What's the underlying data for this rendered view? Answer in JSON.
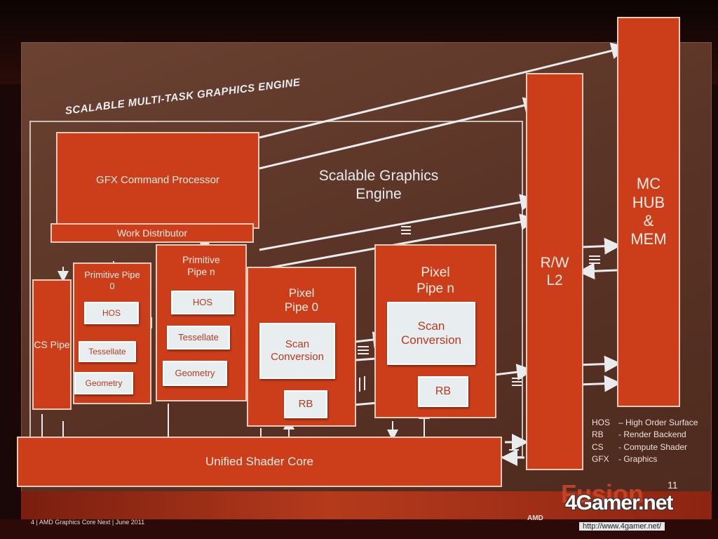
{
  "title": "SCALABLE MULTI-TASK GRAPHICS ENGINE",
  "scalable_engine_label": "Scalable Graphics Engine",
  "blocks": {
    "gfx_cp": "GFX Command Processor",
    "work_distributor": "Work Distributor",
    "cs_pipe": "CS Pipe",
    "prim0": {
      "title": "Primitive Pipe 0",
      "hos": "HOS",
      "tess": "Tessellate",
      "geo": "Geometry"
    },
    "primn": {
      "title": "Primitive Pipe n",
      "hos": "HOS",
      "tess": "Tessellate",
      "geo": "Geometry"
    },
    "pix0": {
      "title": "Pixel Pipe 0",
      "scan": "Scan Conversion",
      "rb": "RB"
    },
    "pixn": {
      "title": "Pixel Pipe n",
      "scan": "Scan Conversion",
      "rb": "RB"
    },
    "rw_l2": "R/W L2",
    "mc_hub": "MC HUB & MEM",
    "shader_core": "Unified Shader Core"
  },
  "legend": [
    {
      "key": "HOS",
      "desc": "– High Order Surface"
    },
    {
      "key": "RB",
      "desc": "- Render Backend"
    },
    {
      "key": "CS",
      "desc": "- Compute Shader"
    },
    {
      "key": "GFX",
      "desc": "- Graphics"
    }
  ],
  "footer": "4 | AMD Graphics Core Next | June 2011",
  "page_number": "11",
  "branding": {
    "amd": "AMD",
    "fusion": "Fusion"
  },
  "watermark": {
    "name": "4Gamer.net",
    "url": "http://www.4gamer.net/"
  }
}
